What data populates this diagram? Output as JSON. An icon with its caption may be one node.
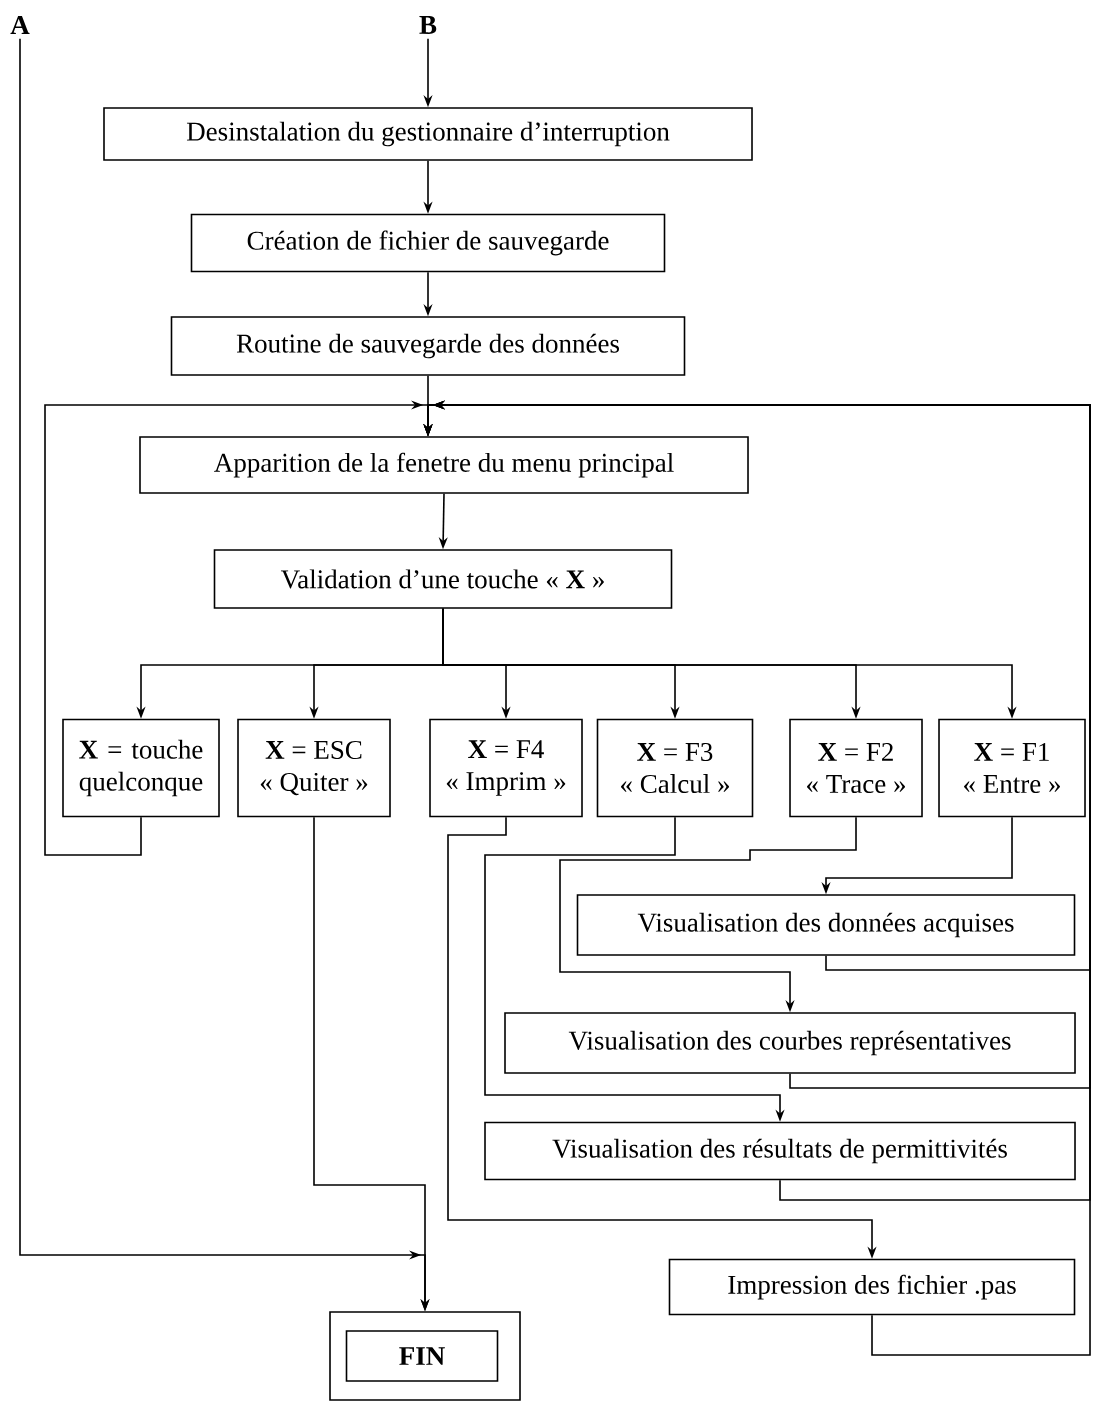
{
  "diagram": {
    "nodes": [
      {
        "text": [
          "A"
        ]
      },
      {
        "text": [
          "B"
        ]
      },
      {
        "text": [
          "Desinstalation du gestionnaire d’interruption"
        ]
      },
      {
        "text": [
          "Création de fichier de sauvegarde"
        ]
      },
      {
        "text": [
          "Routine de sauvegarde des données"
        ]
      },
      {
        "text": [
          "Apparition de la fenetre du menu principal"
        ]
      },
      {
        "text": [
          "Validation d’une touche « **X** »"
        ]
      },
      {
        "text": [
          "**X** = touche quelconque"
        ]
      },
      {
        "text": [
          "**X** = ESC",
          "« Quiter »"
        ]
      },
      {
        "text": [
          "**X** = F4",
          "« Imprim »"
        ]
      },
      {
        "text": [
          "**X** = F3",
          "« Calcul »"
        ]
      },
      {
        "text": [
          "**X** = F2",
          "« Trace »"
        ]
      },
      {
        "text": [
          "**X** = F1",
          "« Entre »"
        ]
      },
      {
        "text": [
          "Visualisation des données acquises"
        ]
      },
      {
        "text": [
          "Visualisation des courbes représentatives"
        ]
      },
      {
        "text": [
          "Visualisation des résultats de permittivités"
        ]
      },
      {
        "text": [
          "Impression des fichier .pas"
        ]
      },
      {
        "text": [],
        "shape": "box"
      },
      {
        "text": [
          "FIN"
        ],
        "in": 17
      }
    ],
    "edges": [
      {
        "from": 1,
        "to": 2,
        "arrow": "to"
      },
      {
        "from": 2,
        "to": 3,
        "arrow": "to"
      },
      {
        "from": 3,
        "to": 4,
        "arrow": "to"
      },
      {
        "from": 4,
        "to": 5,
        "arrow": "to"
      },
      {
        "from": 5,
        "to": 6,
        "arrow": "to"
      },
      {
        "from": 6,
        "to": 7,
        "arrow": "to"
      },
      {
        "from": 6,
        "to": 8,
        "arrow": "to"
      },
      {
        "from": 6,
        "to": 9,
        "arrow": "to"
      },
      {
        "from": 6,
        "to": 10,
        "arrow": "to"
      },
      {
        "from": 6,
        "to": 11,
        "arrow": "to"
      },
      {
        "from": 6,
        "to": 12,
        "arrow": "to"
      },
      {
        "from": 7,
        "to": 5,
        "arrow": "to"
      },
      {
        "from": 8,
        "to": 17,
        "arrow": "to"
      },
      {
        "from": 0,
        "to": 17,
        "arrow": "to"
      },
      {
        "from": 12,
        "to": 13,
        "arrow": "to"
      },
      {
        "from": 11,
        "to": 14,
        "arrow": "to"
      },
      {
        "from": 10,
        "to": 15,
        "arrow": "to"
      },
      {
        "from": 9,
        "to": 16,
        "arrow": "to"
      },
      {
        "from": 13,
        "to": 5,
        "arrow": "to"
      },
      {
        "from": 14,
        "to": 5,
        "arrow": "to"
      },
      {
        "from": 15,
        "to": 5,
        "arrow": "to"
      },
      {
        "from": 16,
        "to": 5,
        "arrow": "to"
      }
    ]
  }
}
